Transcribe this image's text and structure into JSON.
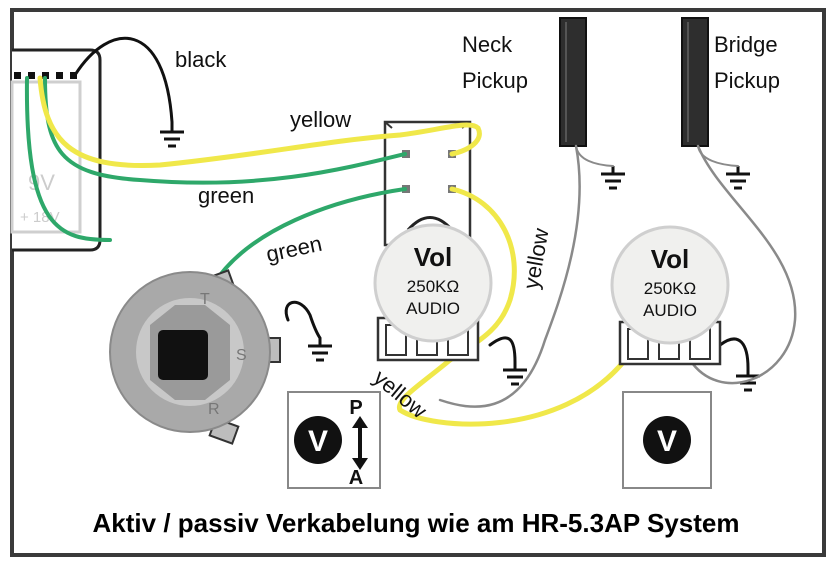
{
  "labels": {
    "black": "black",
    "yellow_top": "yellow",
    "green_1": "green",
    "green_2": "green",
    "yellow_vertical": "yellow",
    "yellow_bottom": "yellow",
    "neck_line1": "Neck",
    "neck_line2": "Pickup",
    "bridge_line1": "Bridge",
    "bridge_line2": "Pickup"
  },
  "pots": [
    {
      "title": "Vol",
      "value": "250KΩ",
      "taper": "AUDIO"
    },
    {
      "title": "Vol",
      "value": "250KΩ",
      "taper": "AUDIO"
    }
  ],
  "switch_symbol": {
    "letter": "V",
    "top": "P",
    "bottom": "A"
  },
  "volume_symbol": {
    "letter": "V"
  },
  "jack_marks": {
    "tip": "T",
    "sleeve": "S",
    "ring": "R"
  },
  "battery_labels": {
    "line1": "9V",
    "line2": "+ 18V"
  },
  "caption": "Aktiv / passiv Verkabelung wie am HR-5.3AP System",
  "colors": {
    "yellow_wire": "#f0e84a",
    "green_wire": "#2ea86a",
    "black_wire": "#111111",
    "grey_wire": "#9a9a9a",
    "frame": "#3a3a3a"
  }
}
